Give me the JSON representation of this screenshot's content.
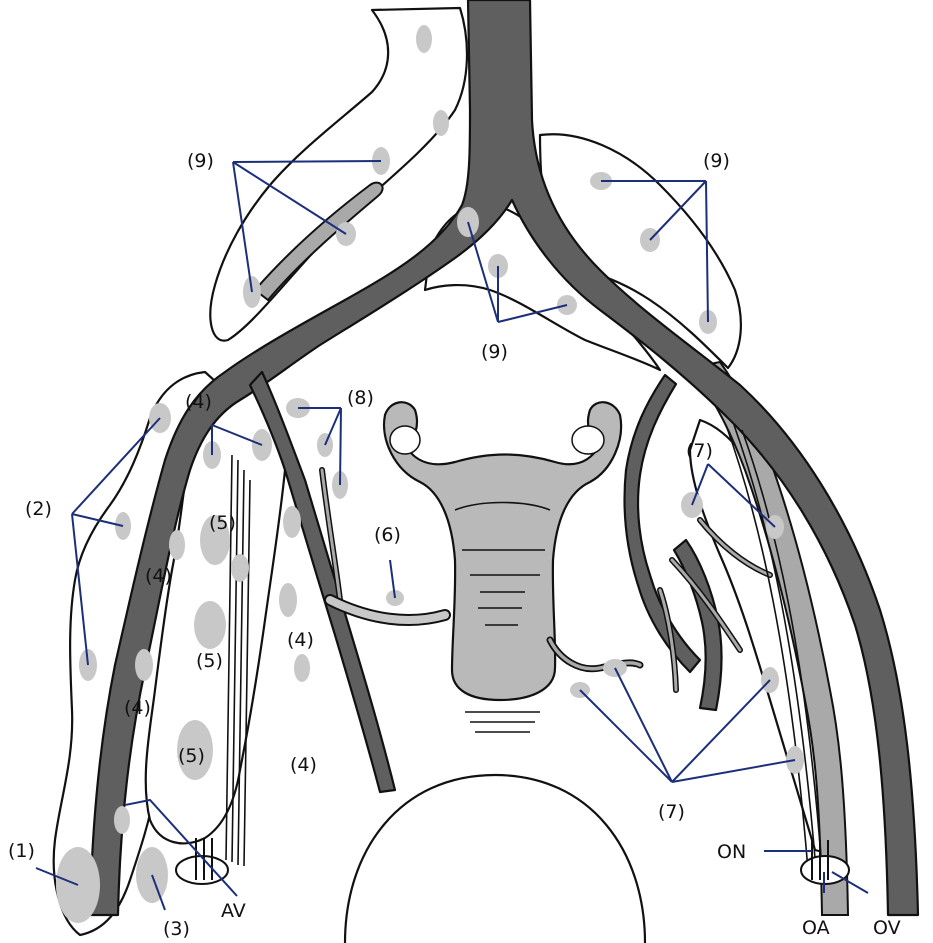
{
  "labels": {
    "node_9_left": "(9)",
    "node_9_right": "(9)",
    "node_9_center": "(9)",
    "node_8": "(8)",
    "node_4_top": "(4)",
    "node_4_mid": "(4)",
    "node_4_low": "(4)",
    "node_4_right_upper": "(4)",
    "node_4_right_lower": "(4)",
    "node_2": "(2)",
    "node_5_top": "(5)",
    "node_5_mid": "(5)",
    "node_5_low": "(5)",
    "node_6": "(6)",
    "node_7_upper": "(7)",
    "node_7_lower": "(7)",
    "node_1": "(1)",
    "node_3": "(3)",
    "av": "AV",
    "on": "ON",
    "oa": "OA",
    "ov": "OV"
  },
  "colors": {
    "vessel_dark": "#5f5f5f",
    "vessel_light": "#a9a9a9",
    "node": "#c8c8c8",
    "organ": "#b9b9b9",
    "pointer": "#1c2f7a",
    "outline": "#111111"
  }
}
